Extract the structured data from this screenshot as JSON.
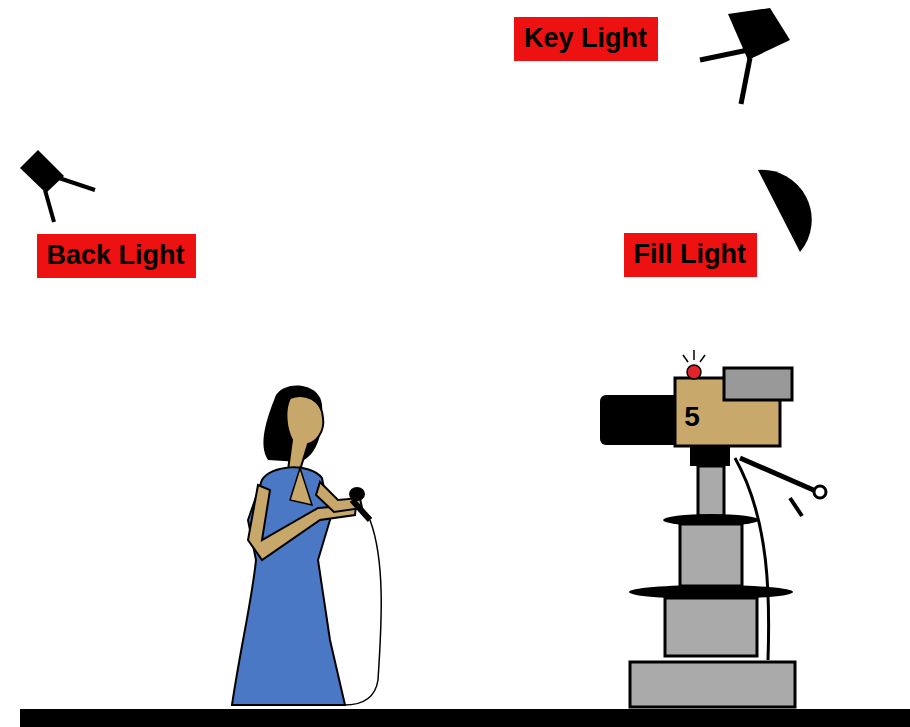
{
  "diagram": {
    "nodes": [
      {
        "text": [
          "Key Light"
        ]
      },
      {
        "text": [
          "Back Light"
        ]
      },
      {
        "text": [
          "Fill Light"
        ]
      }
    ],
    "labels": [
      "5"
    ]
  }
}
